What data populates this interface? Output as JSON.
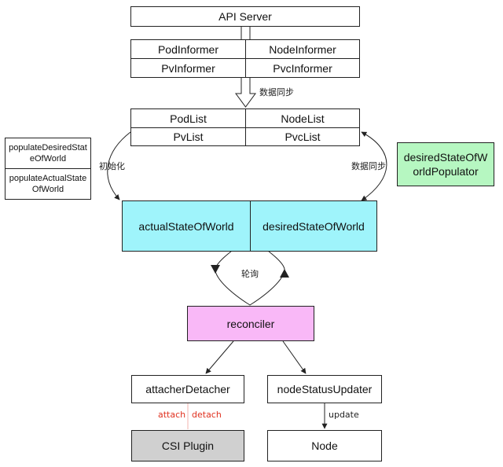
{
  "api_server": "API Server",
  "informers": {
    "pod": "PodInformer",
    "node": "NodeInformer",
    "pv": "PvInformer",
    "pvc": "PvcInformer"
  },
  "sync_label_top": "数据同步",
  "lists": {
    "pod": "PodList",
    "node": "NodeList",
    "pv": "PvList",
    "pvc": "PvcList"
  },
  "populators": {
    "desired": "populateDesiredStateOfWorld",
    "actual": "populateActualStateOfWorld"
  },
  "init_label": "初始化",
  "sync_label_right": "数据同步",
  "desired_populator": "desiredStateOfWorldPopulator",
  "states": {
    "actual": "actualStateOfWorld",
    "desired": "desiredStateOfWorld"
  },
  "poll_label": "轮询",
  "reconciler": "reconciler",
  "attacher_detacher": "attacherDetacher",
  "node_status_updater": "nodeStatusUpdater",
  "attach_label": "attach",
  "detach_label": "detach",
  "update_label": "update",
  "csi_plugin": "CSI Plugin",
  "node": "Node",
  "colors": {
    "states_fill": "#9ff4fb",
    "desired_populator_fill": "#b6f7c1",
    "reconciler_fill": "#f9b8f7",
    "csi_plugin_fill": "#d0d0d0",
    "attach_detach_text": "#e0301e"
  }
}
